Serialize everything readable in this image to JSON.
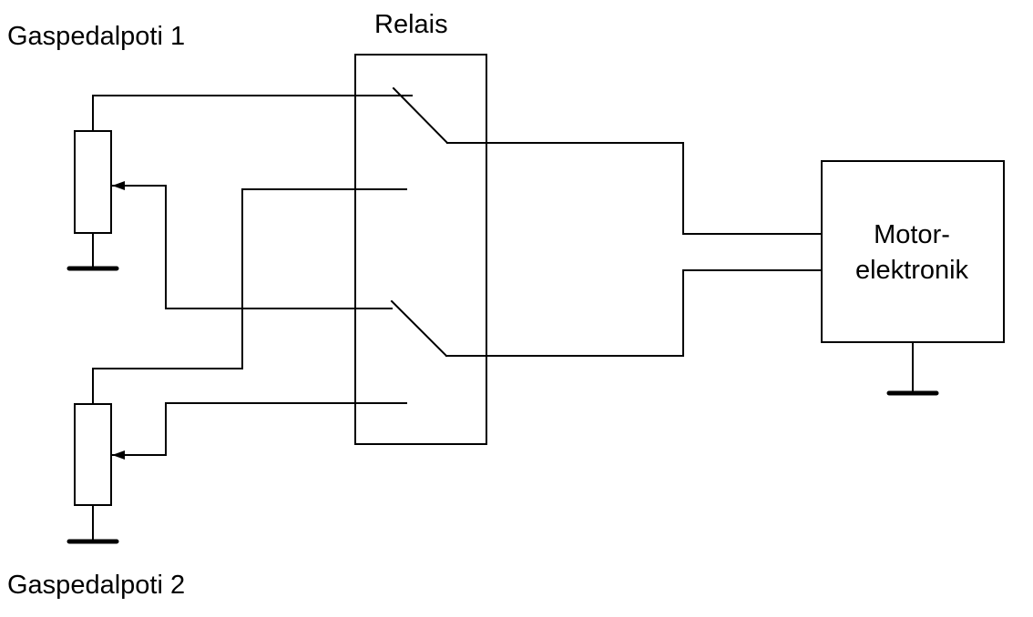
{
  "labels": {
    "relay": "Relais",
    "pot1": "Gaspedalpoti 1",
    "pot2": "Gaspedalpoti 2",
    "ecu_line1": "Motor-",
    "ecu_line2": "elektronik"
  }
}
